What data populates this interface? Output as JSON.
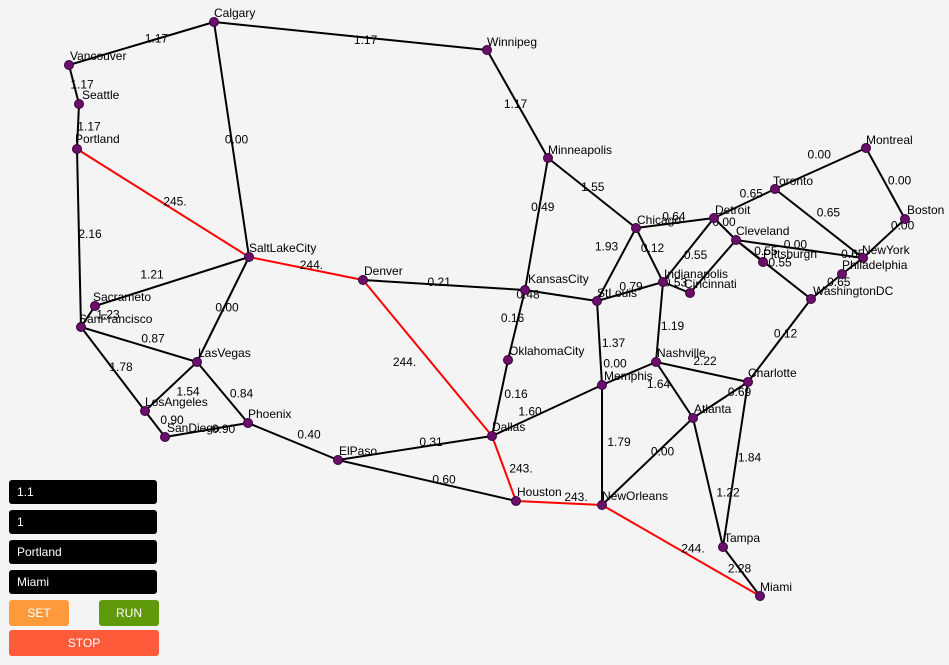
{
  "colors": {
    "background": "#f4f4f4",
    "edge": "#000000",
    "path_edge": "#ff0000",
    "node_fill": "#6a0f6a",
    "field_bg": "#000000",
    "field_text": "#ffffff",
    "set_button": "#ff9a3c",
    "run_button": "#5e9a0a",
    "stop_button": "#ff5a3a"
  },
  "controls": {
    "field1_value": "1.1",
    "field2_value": "1",
    "source_value": "Portland",
    "target_value": "Miami",
    "set_label": "SET",
    "run_label": "RUN",
    "stop_label": "STOP"
  },
  "graph": {
    "cities": [
      {
        "id": "calgary",
        "name": "Calgary"
      },
      {
        "id": "winnipeg",
        "name": "Winnipeg"
      },
      {
        "id": "vancouver",
        "name": "Vancouver"
      },
      {
        "id": "seattle",
        "name": "Seattle"
      },
      {
        "id": "portland",
        "name": "Portland"
      },
      {
        "id": "minneapolis",
        "name": "Minneapolis"
      },
      {
        "id": "montreal",
        "name": "Montreal"
      },
      {
        "id": "toronto",
        "name": "Toronto"
      },
      {
        "id": "boston",
        "name": "Boston"
      },
      {
        "id": "detroit",
        "name": "Detroit"
      },
      {
        "id": "chicago",
        "name": "Chicago"
      },
      {
        "id": "cleveland",
        "name": "Cleveland"
      },
      {
        "id": "newyork",
        "name": "NewYork"
      },
      {
        "id": "pittsburgh",
        "name": "Pittsburgh"
      },
      {
        "id": "philadelphia",
        "name": "Philadelphia"
      },
      {
        "id": "saltlakecity",
        "name": "SaltLakeCity"
      },
      {
        "id": "denver",
        "name": "Denver"
      },
      {
        "id": "kansascity",
        "name": "KansasCity"
      },
      {
        "id": "stlouis",
        "name": "StLouis"
      },
      {
        "id": "indianapolis",
        "name": "Indianapolis"
      },
      {
        "id": "cincinnati",
        "name": "Cincinnati"
      },
      {
        "id": "washingtondc",
        "name": "WashingtonDC"
      },
      {
        "id": "sacramento",
        "name": "Sacrameto"
      },
      {
        "id": "sanfrancisco",
        "name": "SanFrancisco"
      },
      {
        "id": "lasvegas",
        "name": "LasVegas"
      },
      {
        "id": "oklahomacity",
        "name": "OklahomaCity"
      },
      {
        "id": "nashville",
        "name": "Nashville"
      },
      {
        "id": "memphis",
        "name": "Memphis"
      },
      {
        "id": "charlotte",
        "name": "Charlotte"
      },
      {
        "id": "losangeles",
        "name": "LosAngeles"
      },
      {
        "id": "phoenix",
        "name": "Phoenix"
      },
      {
        "id": "atlanta",
        "name": "Atlanta"
      },
      {
        "id": "sandiego",
        "name": "SanDiego"
      },
      {
        "id": "dallas",
        "name": "Dallas"
      },
      {
        "id": "elpaso",
        "name": "ElPaso"
      },
      {
        "id": "houston",
        "name": "Houston"
      },
      {
        "id": "neworleans",
        "name": "NewOrleans"
      },
      {
        "id": "tampa",
        "name": "Tampa"
      },
      {
        "id": "miami",
        "name": "Miami"
      }
    ],
    "edges": [
      {
        "from": "vancouver",
        "to": "calgary",
        "weight": "1.17",
        "on_path": false
      },
      {
        "from": "calgary",
        "to": "winnipeg",
        "weight": "1.17",
        "on_path": false
      },
      {
        "from": "vancouver",
        "to": "seattle",
        "weight": "1.17",
        "on_path": false
      },
      {
        "from": "seattle",
        "to": "portland",
        "weight": "1.17",
        "on_path": false
      },
      {
        "from": "calgary",
        "to": "saltlakecity",
        "weight": "0.00",
        "on_path": false
      },
      {
        "from": "winnipeg",
        "to": "minneapolis",
        "weight": "1.17",
        "on_path": false
      },
      {
        "from": "portland",
        "to": "saltlakecity",
        "weight": "245.",
        "on_path": true
      },
      {
        "from": "portland",
        "to": "sanfrancisco",
        "weight": "2.16",
        "on_path": false
      },
      {
        "from": "saltlakecity",
        "to": "denver",
        "weight": "244.",
        "on_path": true
      },
      {
        "from": "saltlakecity",
        "to": "sacramento",
        "weight": "1.21",
        "on_path": false
      },
      {
        "from": "saltlakecity",
        "to": "lasvegas",
        "weight": "0.00",
        "on_path": false
      },
      {
        "from": "minneapolis",
        "to": "chicago",
        "weight": "1.55",
        "on_path": false
      },
      {
        "from": "minneapolis",
        "to": "kansascity",
        "weight": "0.49",
        "on_path": false
      },
      {
        "from": "montreal",
        "to": "toronto",
        "weight": "0.00",
        "on_path": false
      },
      {
        "from": "montreal",
        "to": "boston",
        "weight": "0.00",
        "on_path": false
      },
      {
        "from": "toronto",
        "to": "detroit",
        "weight": "0.65",
        "on_path": false
      },
      {
        "from": "toronto",
        "to": "newyork",
        "weight": "0.65",
        "on_path": false
      },
      {
        "from": "boston",
        "to": "newyork",
        "weight": "0.00",
        "on_path": false
      },
      {
        "from": "detroit",
        "to": "chicago",
        "weight": "0.64",
        "on_path": false
      },
      {
        "from": "detroit",
        "to": "cleveland",
        "weight": "0.00",
        "on_path": false
      },
      {
        "from": "detroit",
        "to": "indianapolis",
        "weight": "0.12",
        "on_path": false
      },
      {
        "from": "cleveland",
        "to": "newyork",
        "weight": "0.00",
        "on_path": false
      },
      {
        "from": "cleveland",
        "to": "pittsburgh",
        "weight": "0.55",
        "on_path": false
      },
      {
        "from": "cleveland",
        "to": "cincinnati",
        "weight": "0.55",
        "on_path": false
      },
      {
        "from": "cleveland",
        "to": "washingtondc",
        "weight": "0.55",
        "on_path": false
      },
      {
        "from": "newyork",
        "to": "philadelphia",
        "weight": "0.65",
        "on_path": false
      },
      {
        "from": "philadelphia",
        "to": "washingtondc",
        "weight": "0.65",
        "on_path": false
      },
      {
        "from": "chicago",
        "to": "stlouis",
        "weight": "1.93",
        "on_path": false
      },
      {
        "from": "chicago",
        "to": "indianapolis",
        "weight": "",
        "on_path": false
      },
      {
        "from": "denver",
        "to": "kansascity",
        "weight": "0.21",
        "on_path": false
      },
      {
        "from": "denver",
        "to": "dallas",
        "weight": "244.",
        "on_path": true
      },
      {
        "from": "kansascity",
        "to": "stlouis",
        "weight": "0.48",
        "on_path": false
      },
      {
        "from": "kansascity",
        "to": "oklahomacity",
        "weight": "0.16",
        "on_path": false
      },
      {
        "from": "stlouis",
        "to": "indianapolis",
        "weight": "0.79",
        "on_path": false
      },
      {
        "from": "stlouis",
        "to": "memphis",
        "weight": "1.37",
        "on_path": false
      },
      {
        "from": "indianapolis",
        "to": "cincinnati",
        "weight": "0.53",
        "on_path": false
      },
      {
        "from": "indianapolis",
        "to": "nashville",
        "weight": "1.19",
        "on_path": false
      },
      {
        "from": "washingtondc",
        "to": "charlotte",
        "weight": "0.12",
        "on_path": false
      },
      {
        "from": "sacramento",
        "to": "sanfrancisco",
        "weight": "1.23",
        "on_path": false
      },
      {
        "from": "sanfrancisco",
        "to": "lasvegas",
        "weight": "0.87",
        "on_path": false
      },
      {
        "from": "sanfrancisco",
        "to": "losangeles",
        "weight": "1.78",
        "on_path": false
      },
      {
        "from": "lasvegas",
        "to": "losangeles",
        "weight": "1.54",
        "on_path": false
      },
      {
        "from": "lasvegas",
        "to": "phoenix",
        "weight": "0.84",
        "on_path": false
      },
      {
        "from": "oklahomacity",
        "to": "dallas",
        "weight": "0.16",
        "on_path": false
      },
      {
        "from": "nashville",
        "to": "memphis",
        "weight": "0.00",
        "on_path": false
      },
      {
        "from": "nashville",
        "to": "charlotte",
        "weight": "2.22",
        "on_path": false
      },
      {
        "from": "nashville",
        "to": "atlanta",
        "weight": "1.64",
        "on_path": false
      },
      {
        "from": "memphis",
        "to": "dallas",
        "weight": "1.60",
        "on_path": false
      },
      {
        "from": "memphis",
        "to": "neworleans",
        "weight": "1.79",
        "on_path": false
      },
      {
        "from": "charlotte",
        "to": "atlanta",
        "weight": "0.69",
        "on_path": false
      },
      {
        "from": "charlotte",
        "to": "tampa",
        "weight": "1.84",
        "on_path": false
      },
      {
        "from": "losangeles",
        "to": "sandiego",
        "weight": "0.90",
        "on_path": false
      },
      {
        "from": "sandiego",
        "to": "phoenix",
        "weight": "0.90",
        "on_path": false
      },
      {
        "from": "phoenix",
        "to": "elpaso",
        "weight": "0.40",
        "on_path": false
      },
      {
        "from": "atlanta",
        "to": "neworleans",
        "weight": "0.00",
        "on_path": false
      },
      {
        "from": "atlanta",
        "to": "tampa",
        "weight": "1.22",
        "on_path": false
      },
      {
        "from": "elpaso",
        "to": "dallas",
        "weight": "0.31",
        "on_path": false
      },
      {
        "from": "elpaso",
        "to": "houston",
        "weight": "0.60",
        "on_path": false
      },
      {
        "from": "dallas",
        "to": "houston",
        "weight": "243.",
        "on_path": true
      },
      {
        "from": "houston",
        "to": "neworleans",
        "weight": "243.",
        "on_path": true
      },
      {
        "from": "neworleans",
        "to": "miami",
        "weight": "244.",
        "on_path": true
      },
      {
        "from": "tampa",
        "to": "miami",
        "weight": "2.28",
        "on_path": false
      }
    ]
  }
}
